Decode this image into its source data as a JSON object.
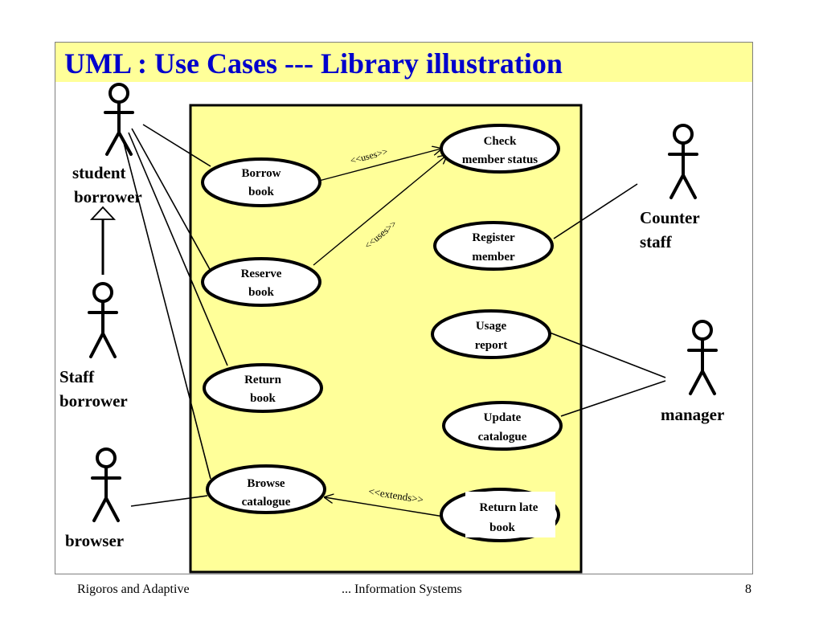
{
  "slide": {
    "title": "UML : Use Cases --- Library illustration",
    "footer": {
      "left": "Rigoros and Adaptive",
      "center": "... Information Systems",
      "page_number": "8"
    }
  },
  "diagram": {
    "actors": [
      {
        "id": "student-borrower",
        "lines": [
          "student",
          "borrower"
        ]
      },
      {
        "id": "staff-borrower",
        "lines": [
          "Staff",
          "borrower"
        ]
      },
      {
        "id": "browser",
        "lines": [
          "browser"
        ]
      },
      {
        "id": "counter-staff",
        "lines": [
          "Counter",
          "staff"
        ]
      },
      {
        "id": "manager",
        "lines": [
          "manager"
        ]
      }
    ],
    "use_cases": [
      {
        "id": "borrow-book",
        "lines": [
          "Borrow",
          "book"
        ]
      },
      {
        "id": "reserve-book",
        "lines": [
          "Reserve",
          "book"
        ]
      },
      {
        "id": "return-book",
        "lines": [
          "Return",
          "book"
        ]
      },
      {
        "id": "browse-catalogue",
        "lines": [
          "Browse",
          "catalogue"
        ]
      },
      {
        "id": "check-member-status",
        "lines": [
          "Check",
          "member status"
        ]
      },
      {
        "id": "register-member",
        "lines": [
          "Register",
          "member"
        ]
      },
      {
        "id": "usage-report",
        "lines": [
          "Usage",
          "report"
        ]
      },
      {
        "id": "update-catalogue",
        "lines": [
          "Update",
          "catalogue"
        ]
      },
      {
        "id": "return-late-book",
        "lines": [
          "Return late",
          "book"
        ]
      }
    ],
    "relationship_labels": {
      "uses_1": "<<uses>>",
      "uses_2": "<<uses>>",
      "extends": "<<extends>>"
    },
    "colors": {
      "title": "#0000cc",
      "title_background": "#ffff99",
      "system_boundary_fill": "#ffff99",
      "line": "#000000"
    }
  }
}
